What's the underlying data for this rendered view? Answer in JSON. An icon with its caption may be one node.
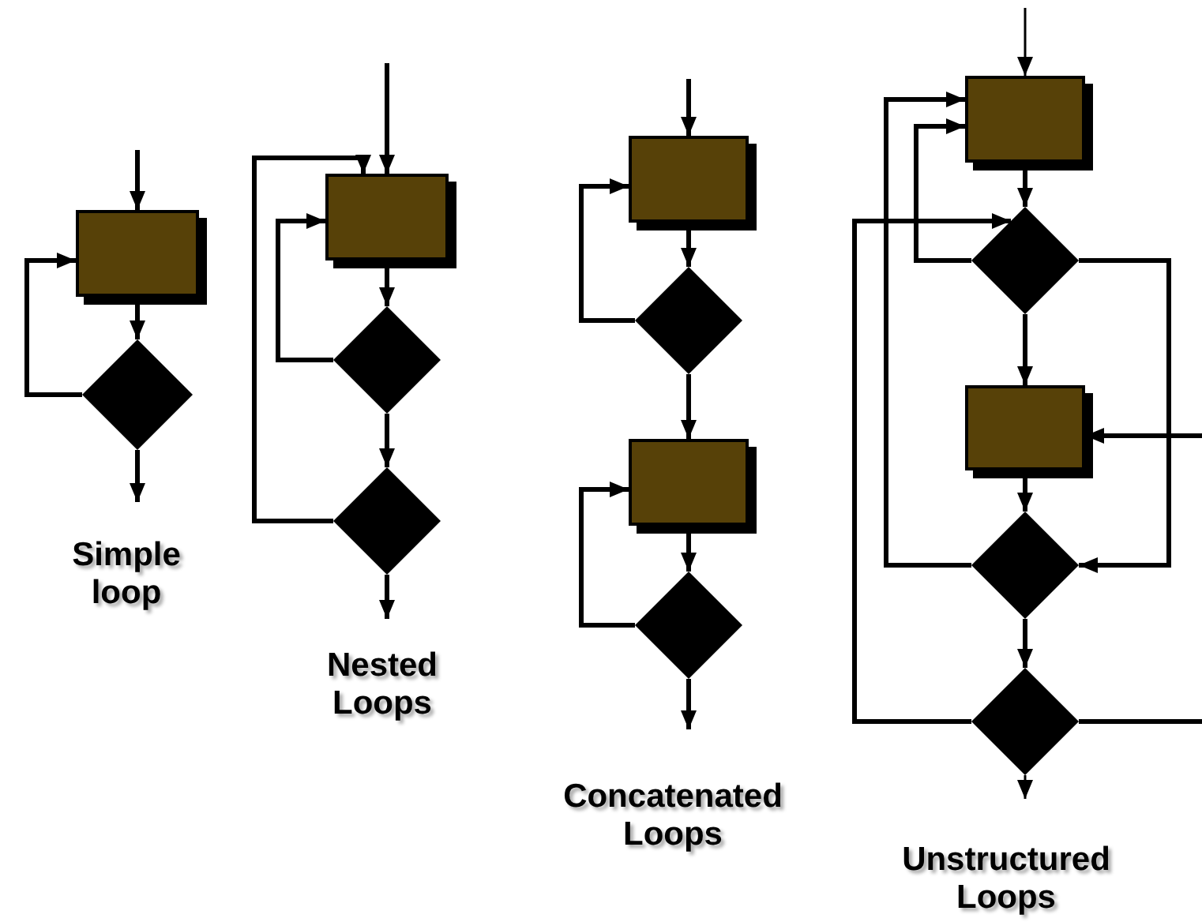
{
  "diagram": {
    "nodes": [
      {
        "text": [],
        "shape": "box"
      },
      {
        "text": [],
        "shape": "diamond"
      },
      {
        "text": [],
        "shape": "box"
      },
      {
        "text": [],
        "shape": "diamond"
      },
      {
        "text": [],
        "shape": "diamond"
      },
      {
        "text": [],
        "shape": "box"
      },
      {
        "text": [],
        "shape": "diamond"
      },
      {
        "text": [],
        "shape": "box"
      },
      {
        "text": [],
        "shape": "diamond"
      },
      {
        "text": [],
        "shape": "box"
      },
      {
        "text": [],
        "shape": "diamond"
      },
      {
        "text": [],
        "shape": "box"
      },
      {
        "text": [],
        "shape": "diamond"
      },
      {
        "text": [],
        "shape": "diamond"
      }
    ],
    "edges": [
      {
        "from": null,
        "to": 0,
        "arrow": "to"
      },
      {
        "from": 0,
        "to": 1,
        "arrow": "to"
      },
      {
        "from": 1,
        "to": 0,
        "arrow": "to"
      },
      {
        "from": 1,
        "to": null,
        "arrow": "to"
      },
      {
        "from": null,
        "to": 2,
        "arrow": "to"
      },
      {
        "from": 2,
        "to": 3,
        "arrow": "to"
      },
      {
        "from": 3,
        "to": 2,
        "arrow": "to"
      },
      {
        "from": 3,
        "to": 4,
        "arrow": "to"
      },
      {
        "from": 4,
        "to": 2,
        "arrow": "to"
      },
      {
        "from": 4,
        "to": null,
        "arrow": "to"
      },
      {
        "from": null,
        "to": 5,
        "arrow": "to"
      },
      {
        "from": 5,
        "to": 6,
        "arrow": "to"
      },
      {
        "from": 6,
        "to": 5,
        "arrow": "to"
      },
      {
        "from": 6,
        "to": 7,
        "arrow": "to"
      },
      {
        "from": 7,
        "to": 8,
        "arrow": "to"
      },
      {
        "from": 8,
        "to": 7,
        "arrow": "to"
      },
      {
        "from": 8,
        "to": null,
        "arrow": "to"
      },
      {
        "from": null,
        "to": 9,
        "arrow": "to"
      },
      {
        "from": 9,
        "to": 10,
        "arrow": "to"
      },
      {
        "from": 10,
        "to": 9,
        "arrow": "to"
      },
      {
        "from": 10,
        "to": 11,
        "arrow": "to"
      },
      {
        "from": 12,
        "to": 9,
        "arrow": "to"
      },
      {
        "from": 13,
        "to": 10,
        "arrow": "to"
      },
      {
        "from": null,
        "to": 11,
        "arrow": "to"
      },
      {
        "from": 10,
        "to": 12,
        "arrow": "to"
      },
      {
        "from": 11,
        "to": 12,
        "arrow": "to"
      },
      {
        "from": 12,
        "to": 13,
        "arrow": "to"
      },
      {
        "from": 13,
        "to": null,
        "arrow": "none"
      },
      {
        "from": 13,
        "to": null,
        "arrow": "to"
      }
    ],
    "labels": [
      "Simple loop",
      "Nested Loops",
      "Concatenated Loops",
      "Unstructured Loops"
    ]
  }
}
